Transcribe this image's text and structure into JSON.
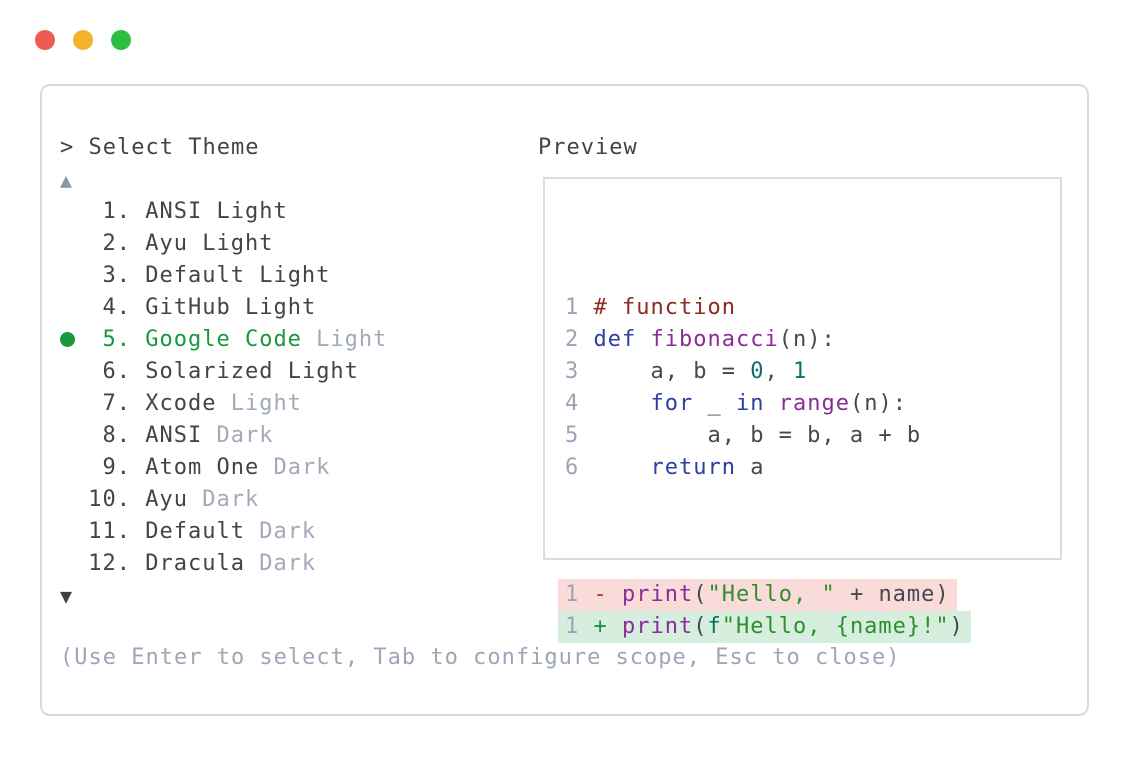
{
  "window": {
    "controls": [
      {
        "name": "close",
        "color": "#f05b51"
      },
      {
        "name": "minimize",
        "color": "#f4b32f"
      },
      {
        "name": "zoom",
        "color": "#2abf3e"
      }
    ]
  },
  "header": {
    "prompt": ">",
    "title": "Select Theme"
  },
  "theme_list": {
    "scroll_up_symbol": "▲",
    "scroll_down_symbol": "▼",
    "items": [
      {
        "number": 1,
        "name": "ANSI",
        "variant": "Light",
        "variant_muted": false,
        "selected": false
      },
      {
        "number": 2,
        "name": "Ayu",
        "variant": "Light",
        "variant_muted": false,
        "selected": false
      },
      {
        "number": 3,
        "name": "Default",
        "variant": "Light",
        "variant_muted": false,
        "selected": false
      },
      {
        "number": 4,
        "name": "GitHub",
        "variant": "Light",
        "variant_muted": false,
        "selected": false
      },
      {
        "number": 5,
        "name": "Google Code",
        "variant": "Light",
        "variant_muted": true,
        "selected": true
      },
      {
        "number": 6,
        "name": "Solarized",
        "variant": "Light",
        "variant_muted": false,
        "selected": false
      },
      {
        "number": 7,
        "name": "Xcode",
        "variant": "Light",
        "variant_muted": true,
        "selected": false
      },
      {
        "number": 8,
        "name": "ANSI",
        "variant": "Dark",
        "variant_muted": true,
        "selected": false
      },
      {
        "number": 9,
        "name": "Atom One",
        "variant": "Dark",
        "variant_muted": true,
        "selected": false
      },
      {
        "number": 10,
        "name": "Ayu",
        "variant": "Dark",
        "variant_muted": true,
        "selected": false
      },
      {
        "number": 11,
        "name": "Default",
        "variant": "Dark",
        "variant_muted": true,
        "selected": false
      },
      {
        "number": 12,
        "name": "Dracula",
        "variant": "Dark",
        "variant_muted": true,
        "selected": false
      }
    ]
  },
  "preview": {
    "label": "Preview",
    "code_lines": [
      {
        "num": "1",
        "tokens": [
          {
            "c": "cmt",
            "t": "# function"
          }
        ]
      },
      {
        "num": "2",
        "tokens": [
          {
            "c": "kw",
            "t": "def"
          },
          {
            "c": "plain",
            "t": " "
          },
          {
            "c": "fn",
            "t": "fibonacci"
          },
          {
            "c": "plain",
            "t": "(n):"
          }
        ]
      },
      {
        "num": "3",
        "tokens": [
          {
            "c": "plain",
            "t": "    a, b = "
          },
          {
            "c": "lit",
            "t": "0"
          },
          {
            "c": "plain",
            "t": ", "
          },
          {
            "c": "lit",
            "t": "1"
          }
        ]
      },
      {
        "num": "4",
        "tokens": [
          {
            "c": "plain",
            "t": "    "
          },
          {
            "c": "kw",
            "t": "for"
          },
          {
            "c": "plain",
            "t": " _ "
          },
          {
            "c": "kw",
            "t": "in"
          },
          {
            "c": "plain",
            "t": " "
          },
          {
            "c": "fn",
            "t": "range"
          },
          {
            "c": "plain",
            "t": "(n):"
          }
        ]
      },
      {
        "num": "5",
        "tokens": [
          {
            "c": "plain",
            "t": "        a, b = b, a + b"
          }
        ]
      },
      {
        "num": "6",
        "tokens": [
          {
            "c": "plain",
            "t": "    "
          },
          {
            "c": "kw",
            "t": "return"
          },
          {
            "c": "plain",
            "t": " a"
          }
        ]
      }
    ],
    "diff_lines": [
      {
        "num": "1",
        "kind": "removed",
        "tokens": [
          {
            "c": "minus",
            "t": "-"
          },
          {
            "c": "plain",
            "t": " "
          },
          {
            "c": "fn",
            "t": "print"
          },
          {
            "c": "plain",
            "t": "("
          },
          {
            "c": "str",
            "t": "\"Hello, \""
          },
          {
            "c": "plain",
            "t": " + name)"
          }
        ]
      },
      {
        "num": "1",
        "kind": "added",
        "tokens": [
          {
            "c": "plus",
            "t": "+"
          },
          {
            "c": "plain",
            "t": " "
          },
          {
            "c": "fn",
            "t": "print"
          },
          {
            "c": "plain",
            "t": "("
          },
          {
            "c": "lit",
            "t": "f"
          },
          {
            "c": "str",
            "t": "\"Hello, {name}!\""
          },
          {
            "c": "plain",
            "t": ")"
          }
        ]
      }
    ]
  },
  "footer": {
    "hint": "(Use Enter to select, Tab to configure scope, Esc to close)"
  },
  "palette": {
    "selected_green": "#169a3c",
    "muted_gray": "#a0aaba",
    "text_dark": "#40454b",
    "line_number_gray": "#9aa4b4",
    "syntax_comment": "#8e2b20",
    "syntax_keyword": "#2c3fa5",
    "syntax_function": "#8a2d96",
    "syntax_string": "#2e8f2e",
    "syntax_literal": "#0d6f6a",
    "diff_removed_bg": "#f9dcd9",
    "diff_added_bg": "#d6eedd",
    "border_gray": "#d5dae1"
  }
}
